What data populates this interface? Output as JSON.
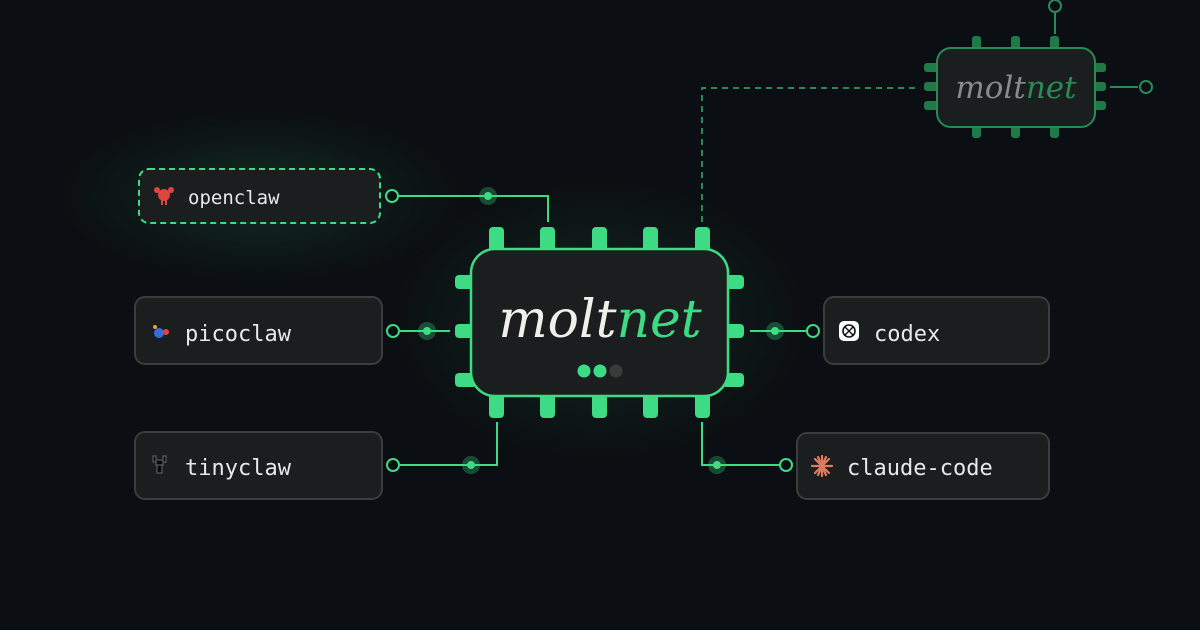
{
  "brand": {
    "part1": "molt",
    "part2": "net"
  },
  "remote_brand": {
    "part1": "molt",
    "part2": "net"
  },
  "agents": {
    "openclaw": "openclaw",
    "picoclaw": "picoclaw",
    "tinyclaw": "tinyclaw",
    "codex": "codex",
    "claude_code": "claude-code"
  },
  "colors": {
    "background": "#0b0e12",
    "accent": "#3ddc84",
    "node_fill": "#1b1e1e",
    "node_stroke": "#3a3d3d",
    "remote_accent": "#2a8a55",
    "claude_orange": "#e07a5f",
    "openclaw_red": "#e0443e"
  },
  "status_dots": {
    "active": 2,
    "total": 3
  }
}
